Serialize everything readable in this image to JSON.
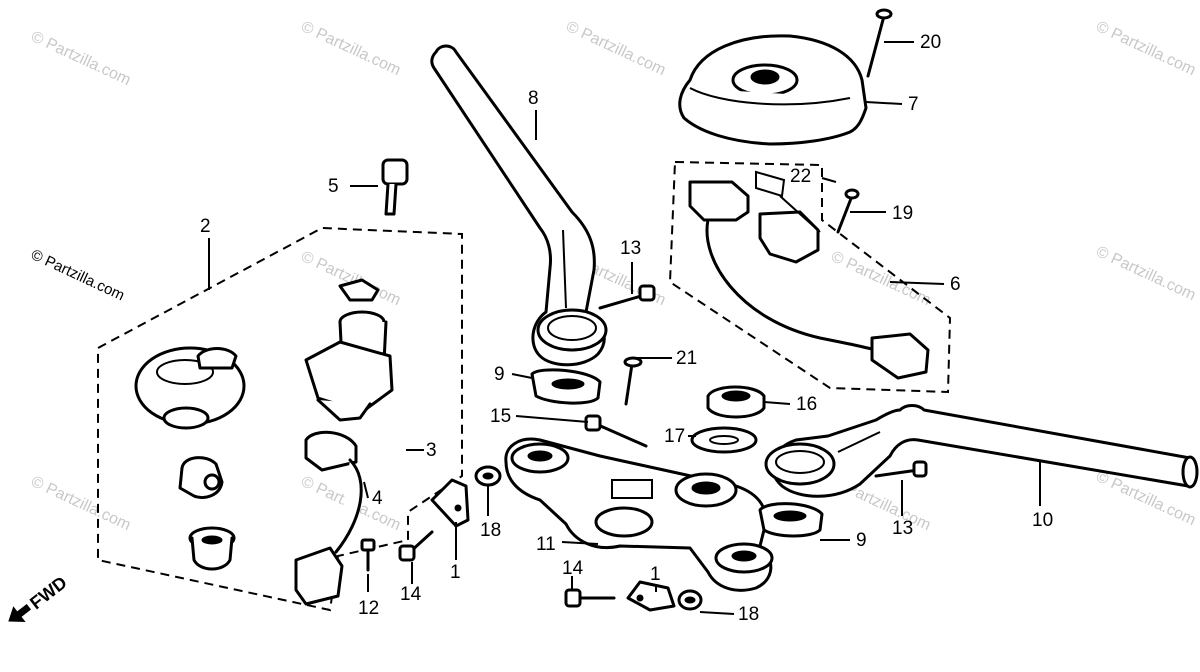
{
  "diagram": {
    "labels": [
      {
        "id": "1a",
        "text": "1"
      },
      {
        "id": "1b",
        "text": "1"
      },
      {
        "id": "2",
        "text": "2"
      },
      {
        "id": "3",
        "text": "3"
      },
      {
        "id": "4",
        "text": "4"
      },
      {
        "id": "5",
        "text": "5"
      },
      {
        "id": "6",
        "text": "6"
      },
      {
        "id": "7",
        "text": "7"
      },
      {
        "id": "8",
        "text": "8"
      },
      {
        "id": "9a",
        "text": "9"
      },
      {
        "id": "9b",
        "text": "9"
      },
      {
        "id": "10",
        "text": "10"
      },
      {
        "id": "11",
        "text": "11"
      },
      {
        "id": "12",
        "text": "12"
      },
      {
        "id": "13a",
        "text": "13"
      },
      {
        "id": "13b",
        "text": "13"
      },
      {
        "id": "14a",
        "text": "14"
      },
      {
        "id": "14b",
        "text": "14"
      },
      {
        "id": "15",
        "text": "15"
      },
      {
        "id": "16",
        "text": "16"
      },
      {
        "id": "17",
        "text": "17"
      },
      {
        "id": "18a",
        "text": "18"
      },
      {
        "id": "18b",
        "text": "18"
      },
      {
        "id": "19",
        "text": "19"
      },
      {
        "id": "20",
        "text": "20"
      },
      {
        "id": "21",
        "text": "21"
      },
      {
        "id": "22",
        "text": "22"
      }
    ],
    "fwd_label": "FWD",
    "watermark_text": "© Partzilla.com"
  }
}
